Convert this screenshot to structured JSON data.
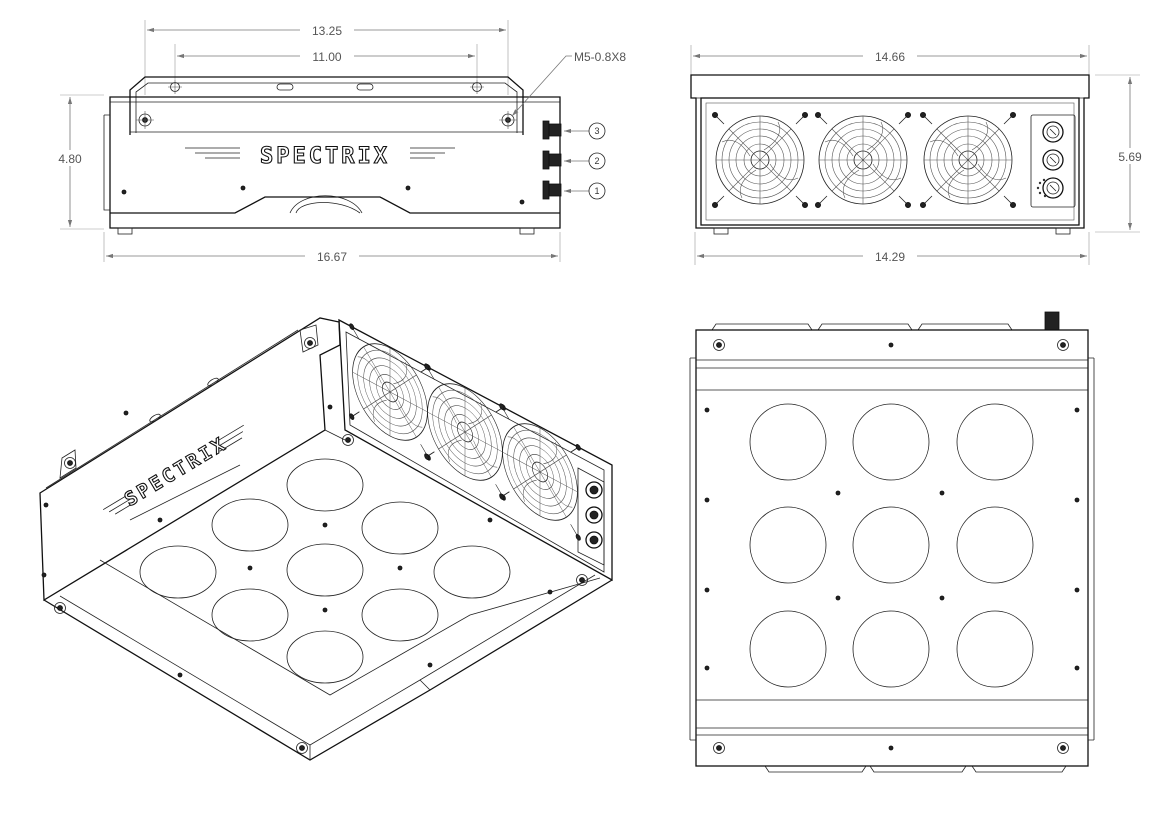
{
  "brand": "SPECTRIX",
  "front_view": {
    "dims": {
      "top_overall": "13.25",
      "top_inner": "11.00",
      "height": "4.80",
      "bottom_overall": "16.67"
    },
    "thread_callout": "M5-0.8X8",
    "connector_callouts": [
      "3",
      "2",
      "1"
    ]
  },
  "side_view": {
    "dims": {
      "top_width": "14.66",
      "height": "5.69",
      "bottom_width": "14.29"
    }
  }
}
